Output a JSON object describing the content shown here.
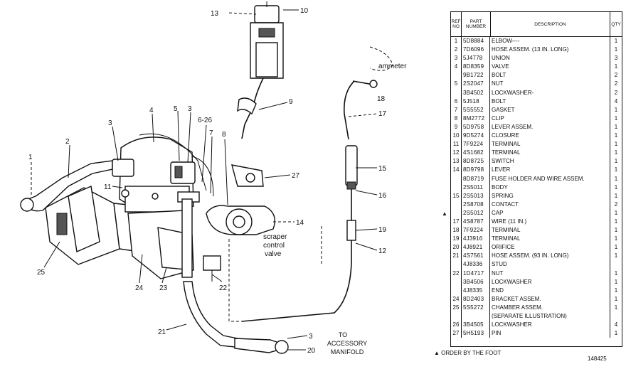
{
  "callouts": {
    "c1": "1",
    "c2": "2",
    "c3a": "3",
    "c3b": "3",
    "c3c": "3",
    "c4": "4",
    "c5": "5",
    "c626": "6-26",
    "c7": "7",
    "c8": "8",
    "c9": "9",
    "c10": "10",
    "c11": "11",
    "c12": "12",
    "c13": "13",
    "c14": "14",
    "c15": "15",
    "c16": "16",
    "c17": "17",
    "c18": "18",
    "c19": "19",
    "c20": "20",
    "c21": "21",
    "c22": "22",
    "c23": "23",
    "c24": "24",
    "c25": "25",
    "c27": "27"
  },
  "annotations": {
    "ammeter": "ammeter",
    "scraper_line1": "scraper",
    "scraper_line2": "control",
    "scraper_line3": "valve",
    "to_line1": "TO",
    "to_line2": "ACCESSORY",
    "to_line3": "MANIFOLD"
  },
  "table": {
    "headers": {
      "ref": "REF NO",
      "part": "PART NUMBER",
      "desc": "DESCRIPTION",
      "qty": "QTY"
    },
    "rows": [
      {
        "ref": "1",
        "part": "5D8884",
        "desc": "ELBOW----",
        "qty": "1"
      },
      {
        "ref": "2",
        "part": "7D6096",
        "desc": "HOSE ASSEM.  (13 in. long)",
        "qty": "1"
      },
      {
        "ref": "3",
        "part": "5J4778",
        "desc": "UNION",
        "qty": "3"
      },
      {
        "ref": "4",
        "part": "8D8359",
        "desc": "VALVE",
        "qty": "1"
      },
      {
        "ref": "",
        "part": "9B1722",
        "desc": "BOLT",
        "qty": "2"
      },
      {
        "ref": "5",
        "part": "2S2047",
        "desc": "NUT",
        "qty": "2"
      },
      {
        "ref": "",
        "part": "3B4502",
        "desc": "LOCKWASHER-",
        "qty": "2"
      },
      {
        "ref": "6",
        "part": "5J518",
        "desc": "BOLT",
        "qty": "4"
      },
      {
        "ref": "7",
        "part": "5S5552",
        "desc": "GASKET",
        "qty": "1"
      },
      {
        "ref": "8",
        "part": "8M2772",
        "desc": "CLIP",
        "qty": "1"
      },
      {
        "ref": "9",
        "part": "5D9758",
        "desc": "LEVER ASSEM.",
        "qty": "1"
      },
      {
        "ref": "10",
        "part": "9D5274",
        "desc": "CLOSURE",
        "qty": "1"
      },
      {
        "ref": "11",
        "part": "7F9224",
        "desc": "TERMINAL",
        "qty": "1"
      },
      {
        "ref": "12",
        "part": "4S1682",
        "desc": "TERMINAL",
        "qty": "1"
      },
      {
        "ref": "13",
        "part": "8D8725",
        "desc": "SWITCH",
        "qty": "1"
      },
      {
        "ref": "14",
        "part": "8D9798",
        "desc": "LEVER",
        "qty": "1"
      },
      {
        "ref": "",
        "part": "8D8719",
        "desc": "FUSE HOLDER AND WIRE ASSEM.",
        "qty": "1"
      },
      {
        "ref": "",
        "part": "2S5011",
        "desc": "BODY",
        "qty": "1"
      },
      {
        "ref": "15",
        "part": "2S5013",
        "desc": "SPRING",
        "qty": "1"
      },
      {
        "ref": "",
        "part": "2S8708",
        "desc": "CONTACT",
        "qty": "2"
      },
      {
        "ref": "",
        "part": "2S5012",
        "desc": "CAP",
        "qty": "1"
      },
      {
        "ref": "17",
        "part": "4S8787",
        "desc": "WIRE  (11 in.)",
        "qty": "1"
      },
      {
        "ref": "18",
        "part": "7F9224",
        "desc": "TERMINAL",
        "qty": "1"
      },
      {
        "ref": "19",
        "part": "4J3916",
        "desc": "TERMINAL",
        "qty": "1"
      },
      {
        "ref": "20",
        "part": "4J8921",
        "desc": "ORIFICE",
        "qty": "1"
      },
      {
        "ref": "21",
        "part": "4S7561",
        "desc": "HOSE ASSEM.  (93 in. long)",
        "qty": "1"
      },
      {
        "ref": "",
        "part": "4J8336",
        "desc": "STUD",
        "qty": ""
      },
      {
        "ref": "22",
        "part": "1D4717",
        "desc": "NUT",
        "qty": "1"
      },
      {
        "ref": "",
        "part": "3B4506",
        "desc": "LOCKWASHER",
        "qty": "1"
      },
      {
        "ref": "",
        "part": "4J8335",
        "desc": "END",
        "qty": "1"
      },
      {
        "ref": "24",
        "part": "8D2403",
        "desc": "BRACKET ASSEM.",
        "qty": "1"
      },
      {
        "ref": "25",
        "part": "5S5272",
        "desc": "CHAMBER ASSEM.",
        "qty": "1"
      },
      {
        "ref": "",
        "part": "",
        "desc": "(Separate Illustration)",
        "qty": ""
      },
      {
        "ref": "26",
        "part": "3B4505",
        "desc": "LOCKWASHER",
        "qty": "4"
      },
      {
        "ref": "27",
        "part": "5H5193",
        "desc": "PIN",
        "qty": "1"
      }
    ],
    "row_marker": "▲",
    "footnote": "▲ ORDER BY THE FOOT",
    "drawing_number": "148425"
  }
}
